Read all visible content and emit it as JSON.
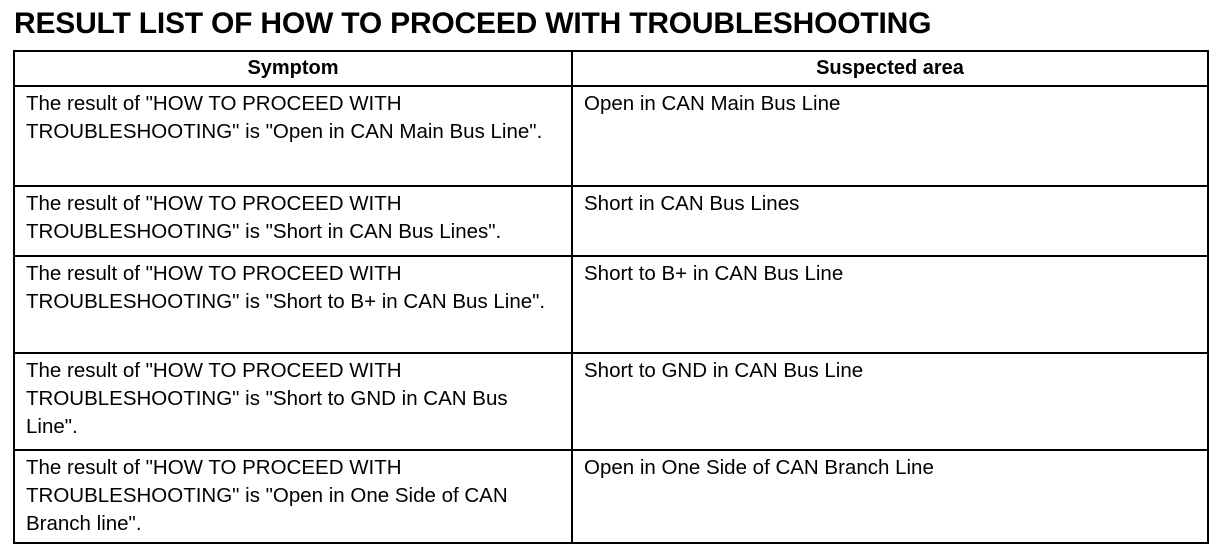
{
  "title": "RESULT LIST OF HOW TO PROCEED WITH TROUBLESHOOTING",
  "table": {
    "headers": [
      "Symptom",
      "Suspected area"
    ],
    "rows": [
      {
        "symptom": "The result of \"HOW TO PROCEED WITH TROUBLESHOOTING\" is \"Open in CAN Main Bus Line\".",
        "area": "Open in CAN Main Bus Line"
      },
      {
        "symptom": "The result of \"HOW TO PROCEED WITH TROUBLESHOOTING\" is \"Short in CAN Bus Lines\".",
        "area": "Short in CAN Bus Lines"
      },
      {
        "symptom": "The result of \"HOW TO PROCEED WITH TROUBLESHOOTING\" is \"Short to B+ in CAN Bus Line\".",
        "area": "Short to B+ in CAN Bus Line"
      },
      {
        "symptom": "The result of \"HOW TO PROCEED WITH TROUBLESHOOTING\" is \"Short to GND in CAN Bus Line\".",
        "area": "Short to GND in CAN Bus Line"
      },
      {
        "symptom": "The result of \"HOW TO PROCEED WITH TROUBLESHOOTING\" is \"Open in One Side of CAN Branch line\".",
        "area": "Open in One Side of CAN Branch Line"
      }
    ]
  }
}
